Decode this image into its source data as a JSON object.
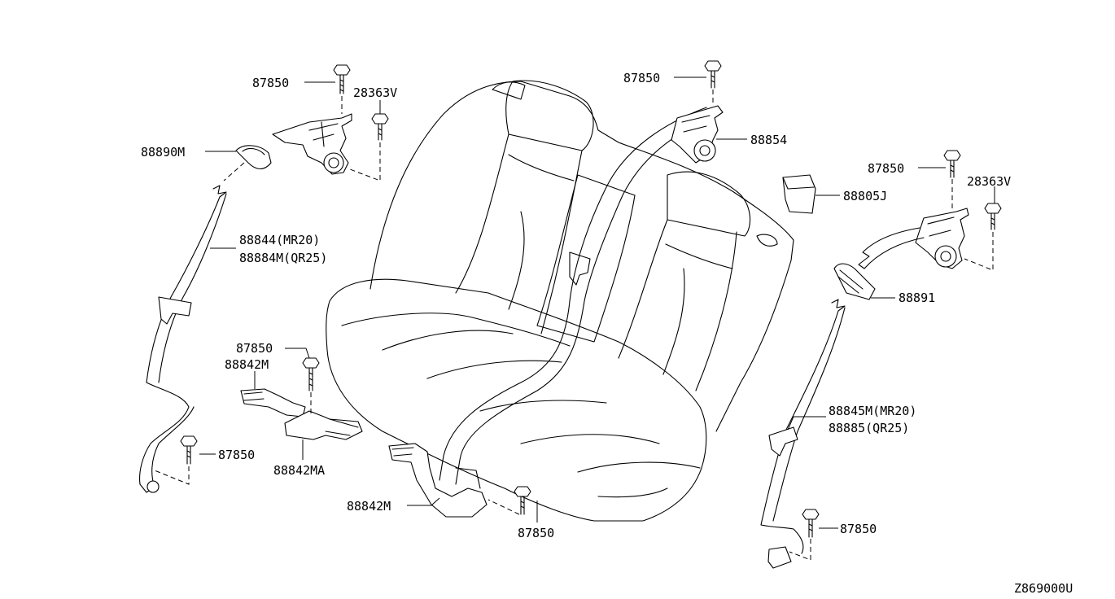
{
  "diagram_code": "Z869000U",
  "labels": {
    "l_87850_a": "87850",
    "l_28363v_a": "28363V",
    "l_88890m": "88890M",
    "l_88844": "88844(MR20)",
    "l_88884m": "88884M(QR25)",
    "l_87850_b": "87850",
    "l_88842m_a": "88842M",
    "l_88842ma": "88842MA",
    "l_87850_c": "87850",
    "l_88842m_b": "88842M",
    "l_87850_d": "87850",
    "l_87850_e": "87850",
    "l_88854": "88854",
    "l_87850_f": "87850",
    "l_28363v_b": "28363V",
    "l_88805j": "88805J",
    "l_88891": "88891",
    "l_88845m": "88845M(MR20)",
    "l_88885": "88885(QR25)",
    "l_87850_g": "87850"
  }
}
